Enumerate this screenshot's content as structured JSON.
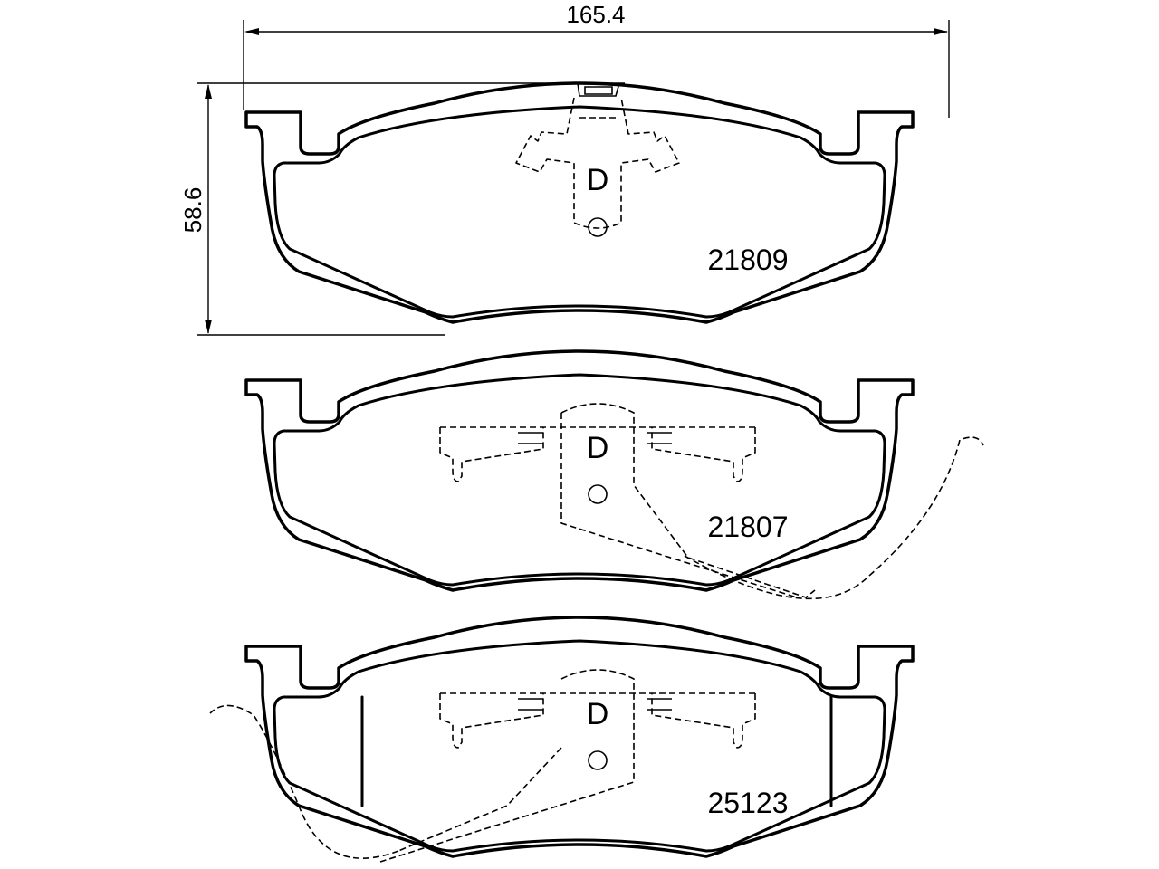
{
  "dimensions": {
    "width_label": "165.4",
    "height_label": "58.6"
  },
  "pads": [
    {
      "part_number": "21809",
      "sensor_letter": "D"
    },
    {
      "part_number": "21807",
      "sensor_letter": "D"
    },
    {
      "part_number": "25123",
      "sensor_letter": "D"
    }
  ]
}
